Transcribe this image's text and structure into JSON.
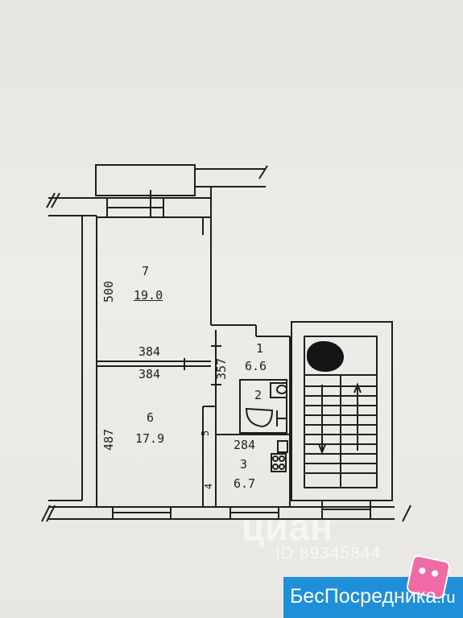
{
  "rooms": [
    {
      "number": "7",
      "area": "19.0"
    },
    {
      "number": "6",
      "area": "17.9"
    },
    {
      "number": "1",
      "area": "6.6"
    },
    {
      "number": "2"
    },
    {
      "number": "3",
      "area": "6.7"
    }
  ],
  "dimensions": {
    "d500": "500",
    "d384_top": "384",
    "d384_bottom": "384",
    "d357": "357",
    "d487": "487",
    "d284": "284",
    "d5": "5",
    "d4": "4"
  },
  "watermark": {
    "text": "циан",
    "id": "ID 89345844"
  },
  "brand": {
    "text": "БесПосредника",
    "suffix": ".ru"
  },
  "colors": {
    "line": "#1e1e1e",
    "paper": "#eceae6",
    "brand": "#1f8fd9"
  }
}
